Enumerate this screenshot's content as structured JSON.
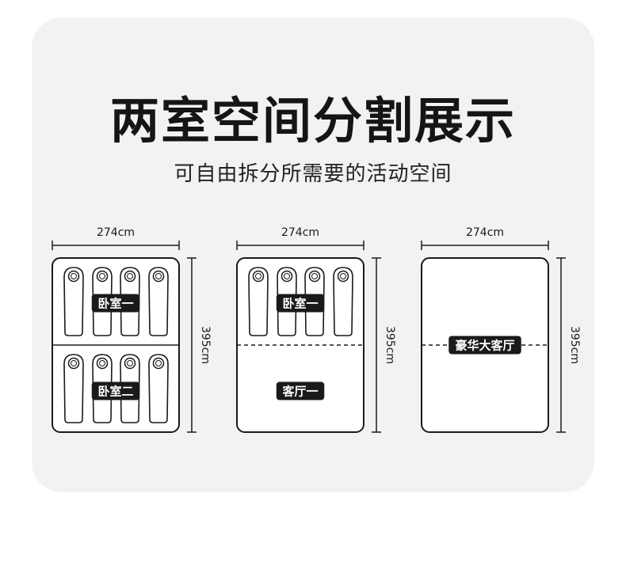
{
  "header": {
    "title": "两室空间分割展示",
    "subtitle": "可自由拆分所需要的活动空间"
  },
  "panels": [
    {
      "width_label": "274cm",
      "height_label": "395cm",
      "divider": "solid",
      "upper_room": "卧室一",
      "lower_room": "卧室二",
      "upper_sleeping_bags": 4,
      "lower_sleeping_bags": 4
    },
    {
      "width_label": "274cm",
      "height_label": "395cm",
      "divider": "dashed",
      "upper_room": "卧室一",
      "lower_room": "客厅一",
      "upper_sleeping_bags": 4,
      "lower_sleeping_bags": 0
    },
    {
      "width_label": "274cm",
      "height_label": "395cm",
      "divider": "dashed",
      "upper_room": "",
      "lower_room": "",
      "center_room": "豪华大客厅",
      "upper_sleeping_bags": 0,
      "lower_sleeping_bags": 0
    }
  ],
  "colors": {
    "card_background": "#f2f2f2",
    "line": "#1a1a1a",
    "label_background": "#1a1a1a",
    "label_text": "#ffffff"
  }
}
